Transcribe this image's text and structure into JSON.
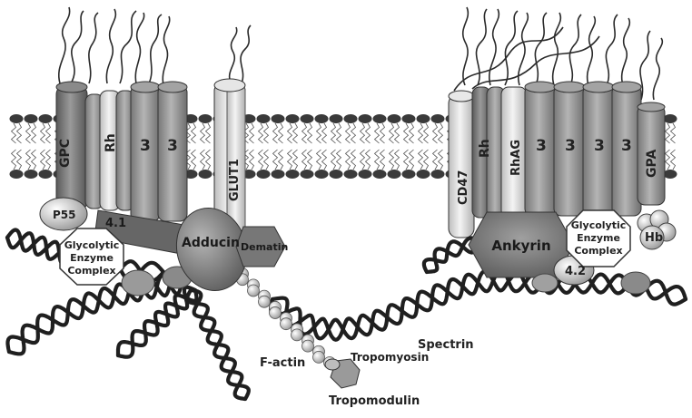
{
  "labels": {
    "gpc": "GPC",
    "rh_left": "Rh",
    "band3_a": "3",
    "band3_b": "3",
    "glut1": "GLUT1",
    "p55": "P55",
    "protein41": "4.1",
    "glycolytic_left_1": "Glycolytic",
    "glycolytic_left_2": "Enzyme",
    "glycolytic_left_3": "Complex",
    "adducin": "Adducin",
    "dematin": "Dematin",
    "cd47": "CD47",
    "rh_right": "Rh",
    "rhag": "RhAG",
    "band3_c": "3",
    "band3_d": "3",
    "band3_e": "3",
    "band3_f": "3",
    "gpa": "GPA",
    "ankyrin": "Ankyrin",
    "glycolytic_right_1": "Glycolytic",
    "glycolytic_right_2": "Enzyme",
    "glycolytic_right_3": "Complex",
    "hb": "Hb",
    "protein42": "4.2",
    "spectrin": "Spectrin",
    "f_actin": "F-actin",
    "tropomyosin": "Tropomyosin",
    "tropomodulin": "Tropomodulin"
  },
  "colors": {
    "membrane_head": "#3a3a3a",
    "protein_dark": "#6f6f6f",
    "protein_mid": "#8c8c8c",
    "protein_light": "#d8d8d8",
    "spectrin": "#1f1f1f"
  }
}
